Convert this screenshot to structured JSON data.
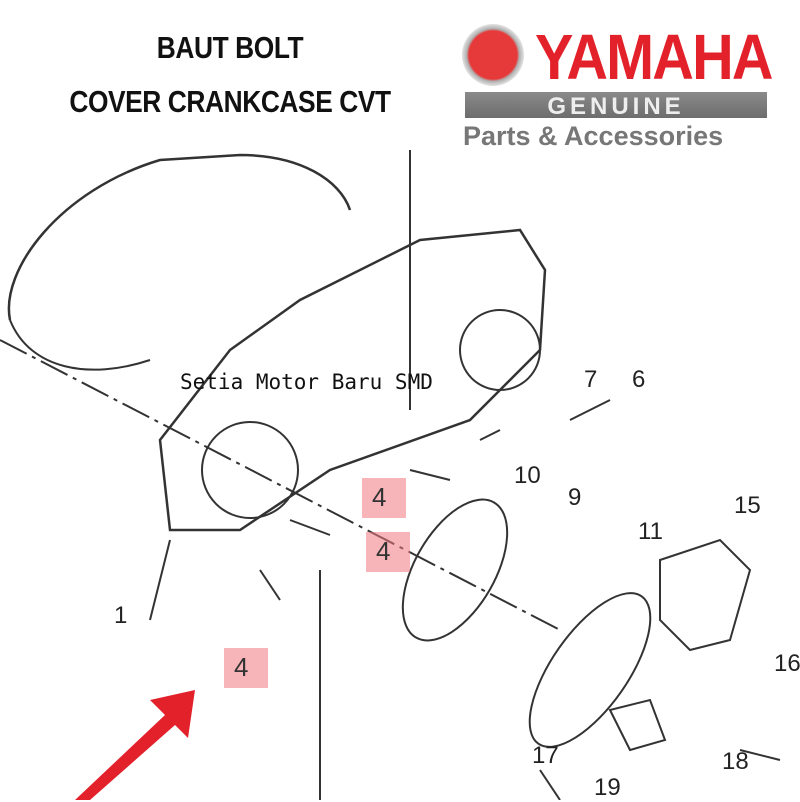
{
  "header": {
    "title_line1": "BAUT BOLT",
    "title_line2": "COVER CRANKCASE CVT"
  },
  "logo": {
    "brand": "YAMAHA",
    "genuine": "GENUINE",
    "tagline": "Parts & Accessories",
    "brand_color": "#e3212b"
  },
  "watermark": "Setia Motor Baru SMD",
  "diagram": {
    "part_labels": [
      "1",
      "6",
      "7",
      "9",
      "10",
      "11",
      "15",
      "16",
      "17",
      "18",
      "19"
    ],
    "highlighted_labels": [
      "4",
      "4",
      "4"
    ],
    "highlight_color": "#f07882",
    "arrow_color": "#e3212b"
  }
}
